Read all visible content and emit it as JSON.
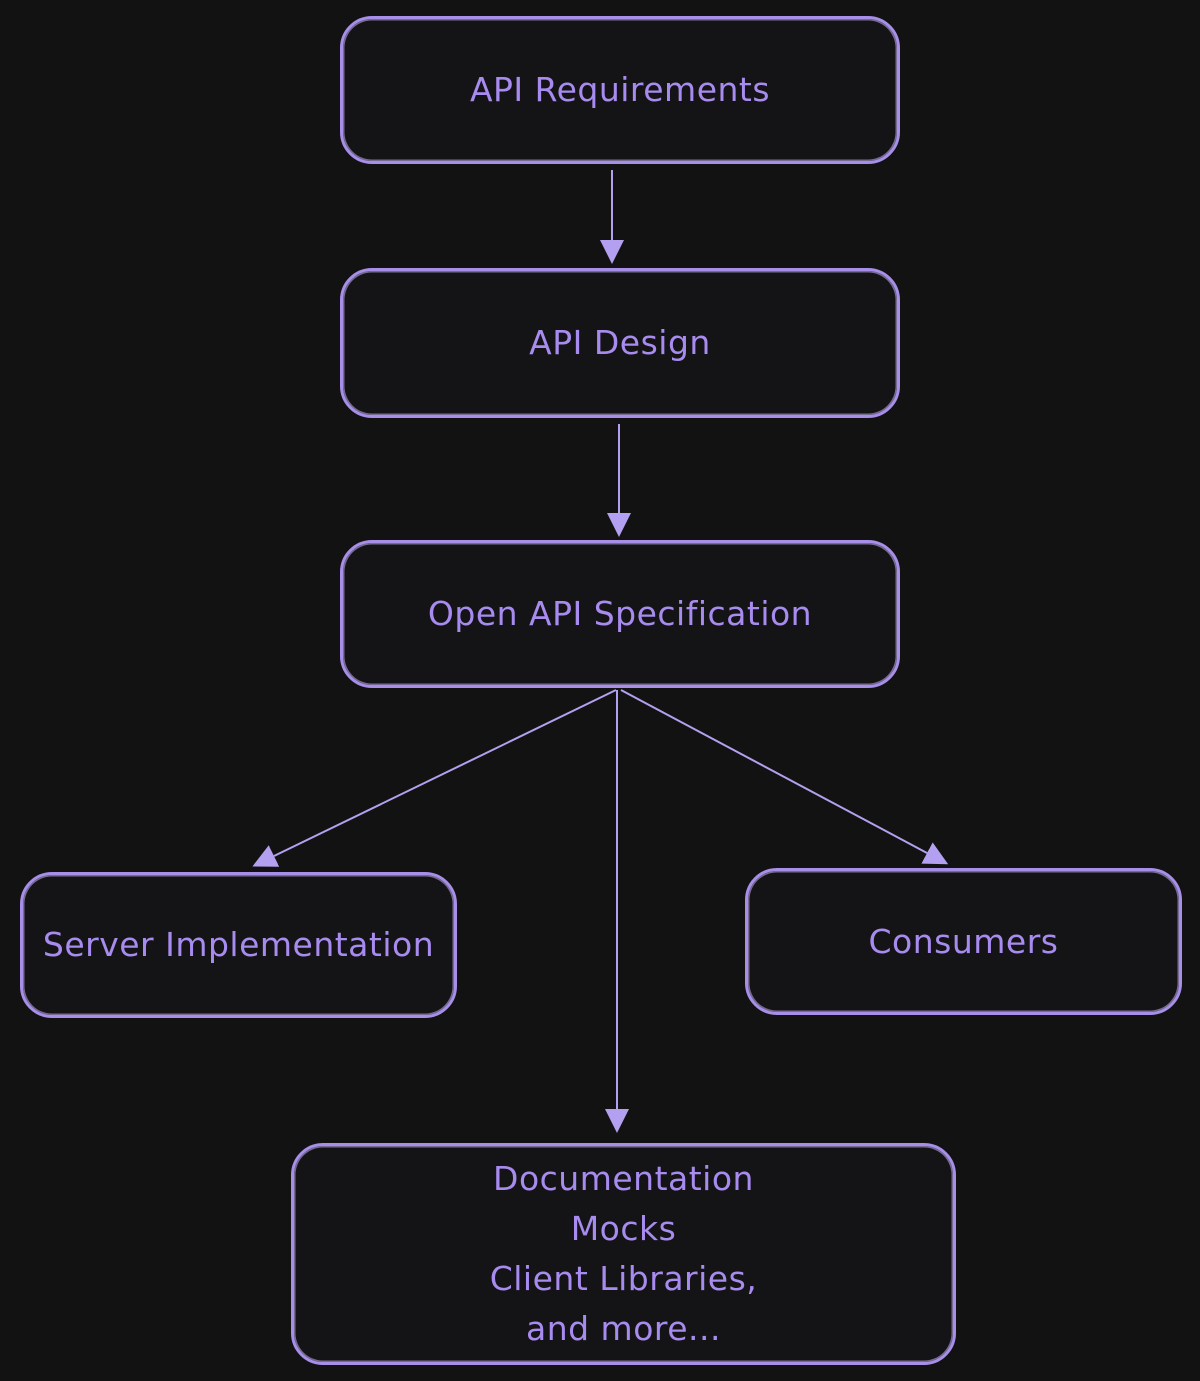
{
  "theme": {
    "background": "#121212",
    "node_border": "#a78ee9",
    "node_fill": "#141417",
    "node_text": "#a88bee",
    "edge_color": "#b4a0f0",
    "arrowhead_fill": "#b4a0f0"
  },
  "diagram": {
    "type": "flowchart",
    "direction": "top-down",
    "nodes": [
      {
        "id": "api-requirements",
        "label": "API Requirements"
      },
      {
        "id": "api-design",
        "label": "API Design"
      },
      {
        "id": "open-api-specification",
        "label": "Open API Specification"
      },
      {
        "id": "server-implementation",
        "label": "Server Implementation"
      },
      {
        "id": "consumers",
        "label": "Consumers"
      },
      {
        "id": "outputs",
        "lines": [
          "Documentation",
          "Mocks",
          "Client Libraries,",
          "and more..."
        ]
      }
    ],
    "edges": [
      {
        "from": "api-requirements",
        "to": "api-design"
      },
      {
        "from": "api-design",
        "to": "open-api-specification"
      },
      {
        "from": "open-api-specification",
        "to": "server-implementation"
      },
      {
        "from": "open-api-specification",
        "to": "outputs"
      },
      {
        "from": "open-api-specification",
        "to": "consumers"
      }
    ]
  }
}
